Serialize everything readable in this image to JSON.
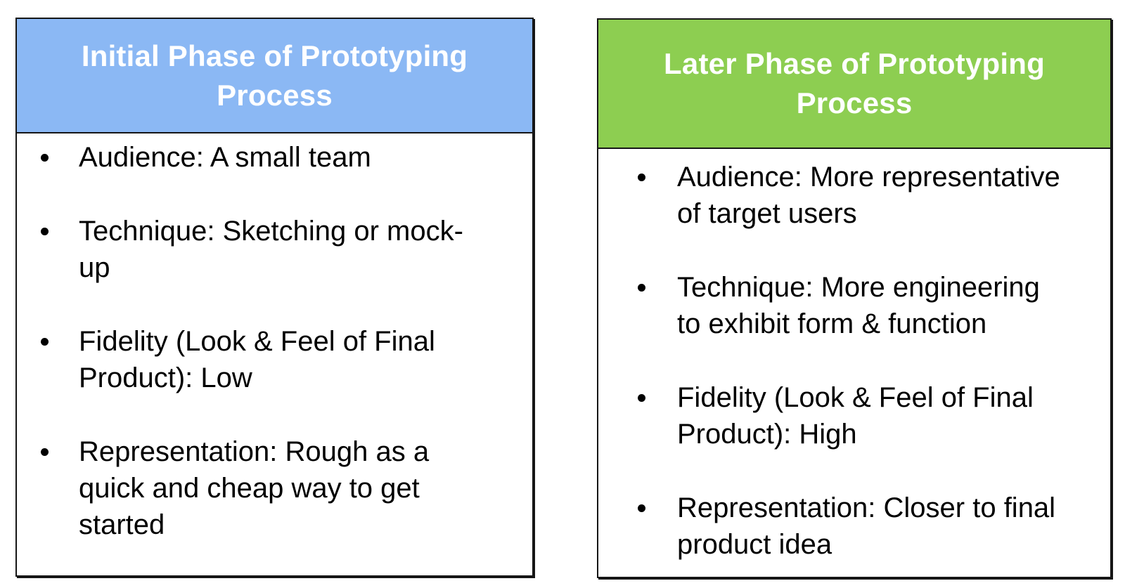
{
  "slide": {
    "background_color": "#ffffff",
    "border_color": "#161616",
    "body_text_color": "#000000"
  },
  "columns": [
    {
      "header": {
        "title": "Initial Phase of Prototyping Process",
        "bg_color": "#8BB8F4",
        "text_color": "#ffffff"
      },
      "bullets": [
        "Audience: A small team",
        "Technique: Sketching or mock-up",
        "Fidelity (Look & Feel of Final Product): Low",
        "Representation: Rough as a quick and cheap way to get started"
      ]
    },
    {
      "header": {
        "title": "Later Phase of Prototyping Process",
        "bg_color": "#8DCE51",
        "text_color": "#ffffff"
      },
      "bullets": [
        "Audience: More representative of target users",
        "Technique: More engineering to exhibit form & function",
        "Fidelity (Look & Feel of Final Product): High",
        "Representation: Closer to final product idea"
      ]
    }
  ]
}
